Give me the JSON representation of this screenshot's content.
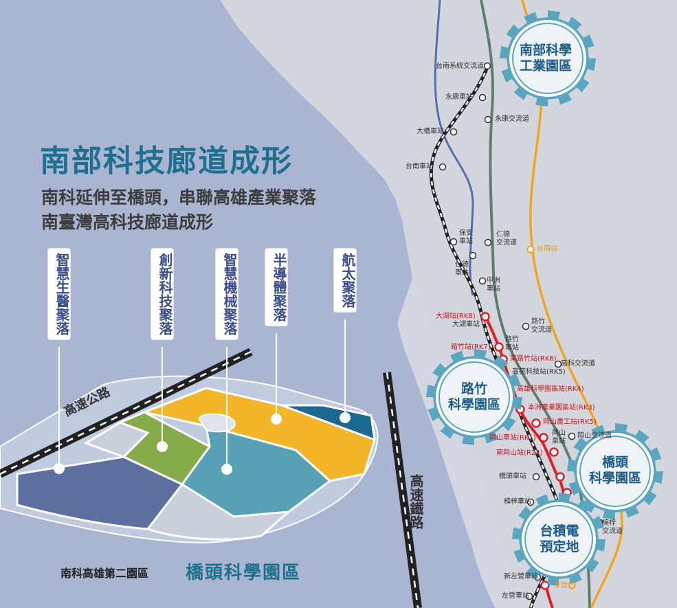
{
  "headline": {
    "title": "南部科技廊道成形",
    "subtitle_line1": "南科延伸至橋頭，串聯高雄產業聚落",
    "subtitle_line2": "南臺灣高科技廊道成形"
  },
  "clusters": [
    {
      "name": "智慧生醫聚落"
    },
    {
      "name": "創新科技聚落"
    },
    {
      "name": "智慧機械聚落"
    },
    {
      "name": "半導體聚落"
    },
    {
      "name": "航太聚落"
    }
  ],
  "park_caption": {
    "small": "南科高雄第二園區",
    "big": "橋頭科學園區"
  },
  "road_labels": {
    "highway": "高速公路",
    "high_speed_rail": "高速鐵路"
  },
  "gears": [
    {
      "line1": "南部科學",
      "line2": "工業園區"
    },
    {
      "line1": "路竹",
      "line2": "科學園區"
    },
    {
      "line1": "橋頭",
      "line2": "科學園區"
    },
    {
      "line1": "台積電",
      "line2": "預定地"
    }
  ],
  "map_labels": {
    "tainan_system_interchange": "台南系統交流道",
    "yongkang_station": "永康車站",
    "yongkang_interchange": "永康交流道",
    "daqiao_station": "大橋車站",
    "tainan_station": "台南車站",
    "baoan_station": "保安\n車站",
    "rende_interchange": "仁德\n交流道",
    "tainan_hsr_station": "台南站",
    "rende_station": "仁德\n車站",
    "zhongzhou_station": "中洲\n車站",
    "dahu_rk8": "大湖站(RK8)",
    "dahu_station": "大湖車站",
    "luzhu_interchange": "路竹\n交流道",
    "luzhu_station": "路竹\n車站",
    "luzhu_rk7": "路竹站(RK7)",
    "south_luzhu_rk6": "南路竹站(RK6)",
    "gaoke_interchange": "高科交流道",
    "kaohsiung_hitech_rk5": "高苑科技站(RK5)",
    "kaohsiung_science_park_rk4": "高雄科學園區站(RK4)",
    "benzhou_industrial_rk3": "本洲產業園區站(RK3)",
    "gangshan_agri_rk5": "岡山農工站(RK5)",
    "gangshan_interchange": "岡山交流道",
    "gangshan_rk1": "岡山車站(RK1)",
    "gangshan_station": "岡山\n車站",
    "south_gangshan_r24": "南岡山站(R24)",
    "qiaotou_station": "橋頭車站",
    "nanzi_station": "楠梓車站",
    "nanzi_interchange": "楠梓\n交流道",
    "new_zuoying_station": "新左營車站",
    "zuoying_hsr_station": "左營站",
    "zuoying_station": "左營車站"
  },
  "colors": {
    "title_teal": "#1f6f8e",
    "cluster_text": "#3b4f8e",
    "mrt_red": "#e01e27",
    "hsr_orange": "#f0a51e",
    "freeway_green": "#5e7f6f",
    "expressway_blue": "#5470a8",
    "gear_fill": "#5aa6bf",
    "zone_biomed": "#5b6fa0",
    "zone_innovation": "#86ab4b",
    "zone_machinery": "#56a2b4",
    "zone_semiconductor": "#f3b62b",
    "zone_aerospace": "#1b6891"
  }
}
